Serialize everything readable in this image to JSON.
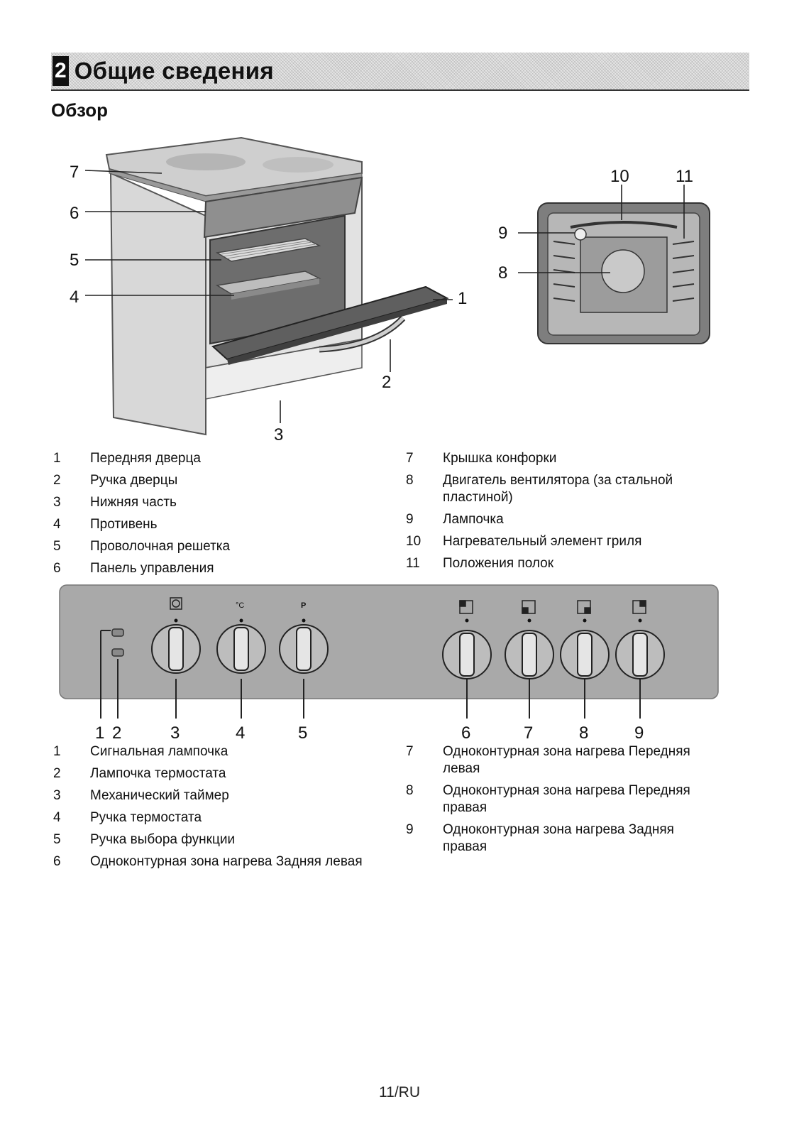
{
  "section": {
    "number": "2",
    "title": "Общие сведения"
  },
  "subheading": "Обзор",
  "oven_figure": {
    "callouts": [
      "1",
      "2",
      "3",
      "4",
      "5",
      "6",
      "7"
    ]
  },
  "interior_figure": {
    "callouts": [
      "8",
      "9",
      "10",
      "11"
    ]
  },
  "legend_oven": {
    "left": [
      {
        "num": "1",
        "text": "Передняя дверца"
      },
      {
        "num": "2",
        "text": "Ручка дверцы"
      },
      {
        "num": "3",
        "text": "Нижняя часть"
      },
      {
        "num": "4",
        "text": "Противень"
      },
      {
        "num": "5",
        "text": "Проволочная решетка"
      },
      {
        "num": "6",
        "text": "Панель управления"
      }
    ],
    "right": [
      {
        "num": "7",
        "text": "Крышка конфорки"
      },
      {
        "num": "8",
        "text": "Двигатель вентилятора (за стальной пластиной)"
      },
      {
        "num": "9",
        "text": "Лампочка"
      },
      {
        "num": "10",
        "text": "Нагревательный элемент гриля"
      },
      {
        "num": "11",
        "text": "Положения полок"
      }
    ]
  },
  "panel_figure": {
    "callouts": [
      "1",
      "2",
      "3",
      "4",
      "5",
      "6",
      "7",
      "8",
      "9"
    ],
    "knob_symbols": [
      "°C",
      "P"
    ]
  },
  "legend_panel": {
    "left": [
      {
        "num": "1",
        "text": "Сигнальная лампочка"
      },
      {
        "num": "2",
        "text": "Лампочка термостата"
      },
      {
        "num": "3",
        "text": "Механический таймер"
      },
      {
        "num": "4",
        "text": "Ручка термостата"
      },
      {
        "num": "5",
        "text": "Ручка выбора функции"
      },
      {
        "num": "6",
        "text": "Одноконтурная зона нагрева Задняя левая"
      }
    ],
    "right": [
      {
        "num": "7",
        "text": "Одноконтурная зона нагрева Передняя левая"
      },
      {
        "num": "8",
        "text": "Одноконтурная зона нагрева Передняя правая"
      },
      {
        "num": "9",
        "text": "Одноконтурная зона нагрева Задняя правая"
      }
    ]
  },
  "page_number": "11/RU"
}
